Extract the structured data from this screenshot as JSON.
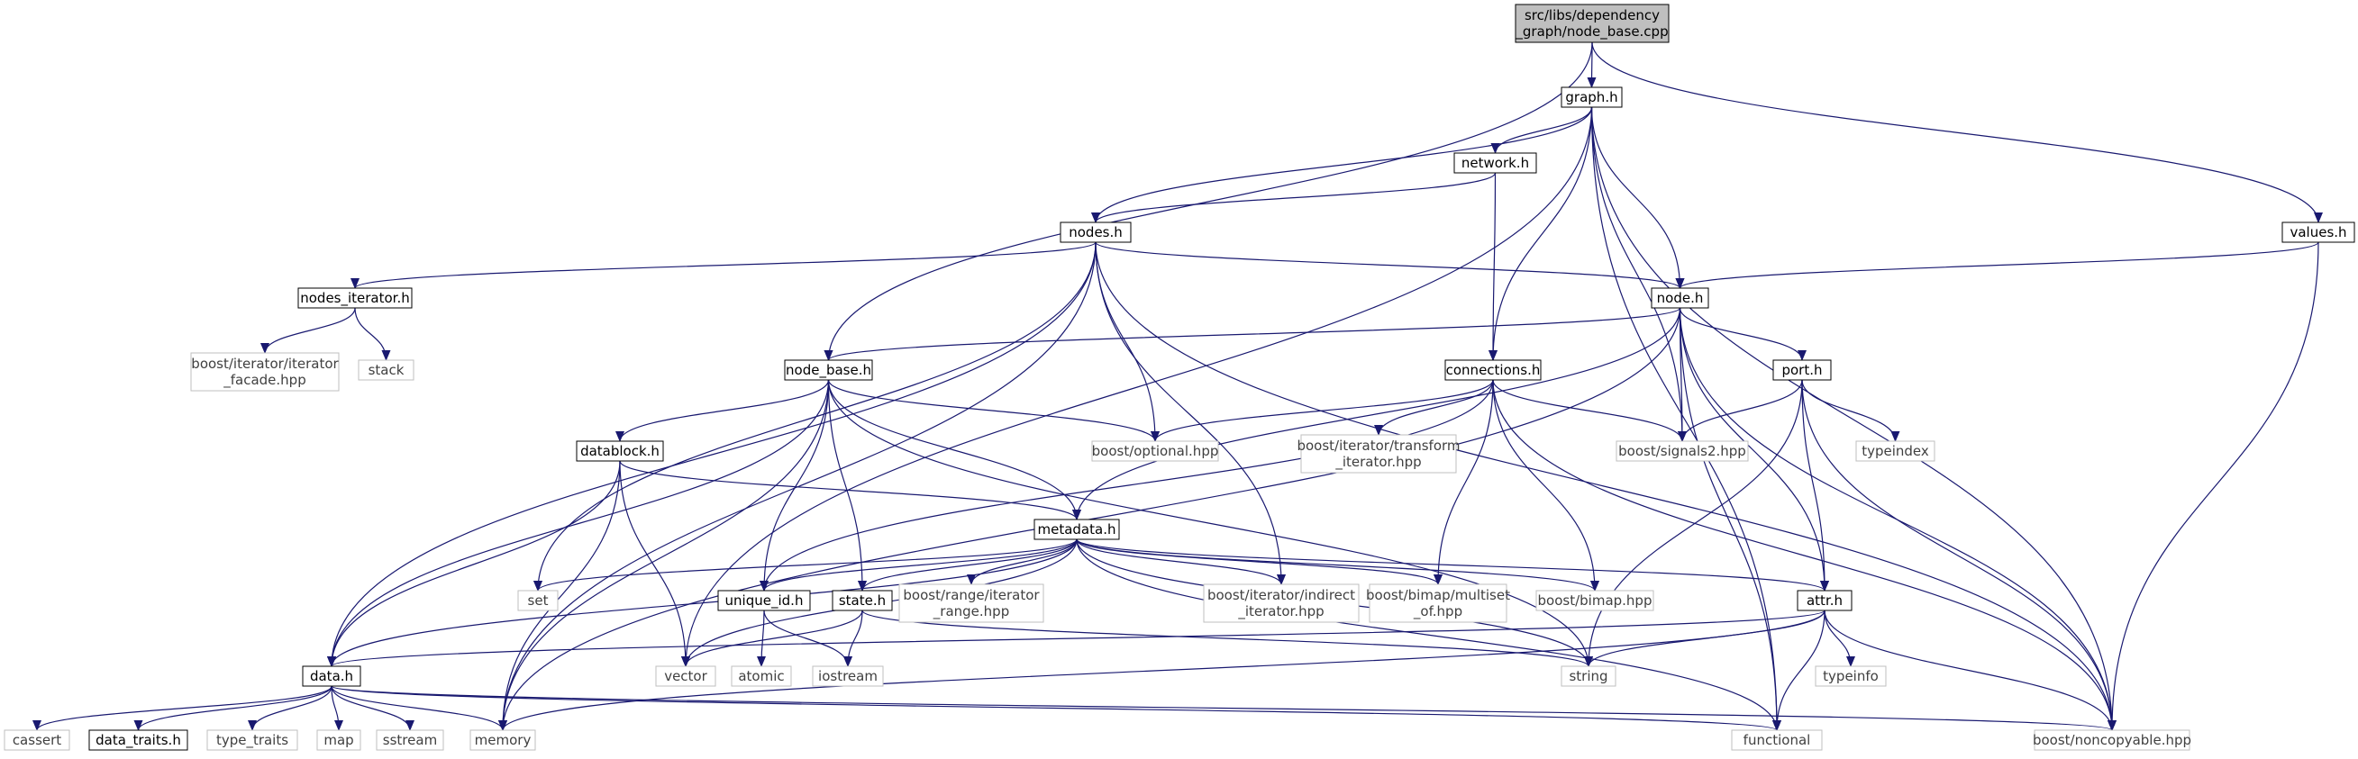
{
  "colors": {
    "edge": "#191970",
    "node_border_internal": "#000000",
    "node_border_external": "#bfbfbf",
    "root_fill": "#bfbfbf",
    "text": "#000000",
    "external_text": "#404040"
  },
  "nodes": {
    "root": [
      "src/libs/dependency",
      "_graph/node_base.cpp"
    ],
    "graph_h": [
      "graph.h"
    ],
    "values_h": [
      "values.h"
    ],
    "network_h": [
      "network.h"
    ],
    "nodes_h": [
      "nodes.h"
    ],
    "node_h": [
      "node.h"
    ],
    "nodes_iterator_h": [
      "nodes_iterator.h"
    ],
    "iterator_facade": [
      "boost/iterator/iterator",
      "_facade.hpp"
    ],
    "stack": [
      "stack"
    ],
    "node_base_h": [
      "node_base.h"
    ],
    "connections_h": [
      "connections.h"
    ],
    "port_h": [
      "port.h"
    ],
    "boost_optional": [
      "boost/optional.hpp"
    ],
    "transform_iterator": [
      "boost/iterator/transform",
      "_iterator.hpp"
    ],
    "signals2": [
      "boost/signals2.hpp"
    ],
    "typeindex": [
      "typeindex"
    ],
    "datablock_h": [
      "datablock.h"
    ],
    "metadata_h": [
      "metadata.h"
    ],
    "set": [
      "set"
    ],
    "unique_id_h": [
      "unique_id.h"
    ],
    "state_h": [
      "state.h"
    ],
    "range_iterator": [
      "boost/range/iterator",
      "_range.hpp"
    ],
    "indirect_iterator": [
      "boost/iterator/indirect",
      "_iterator.hpp"
    ],
    "multiset_of": [
      "boost/bimap/multiset",
      "_of.hpp"
    ],
    "bimap": [
      "boost/bimap.hpp"
    ],
    "attr_h": [
      "attr.h"
    ],
    "data_h": [
      "data.h"
    ],
    "vector": [
      "vector"
    ],
    "atomic": [
      "atomic"
    ],
    "iostream": [
      "iostream"
    ],
    "string": [
      "string"
    ],
    "typeinfo": [
      "typeinfo"
    ],
    "cassert": [
      "cassert"
    ],
    "data_traits_h": [
      "data_traits.h"
    ],
    "type_traits": [
      "type_traits"
    ],
    "map": [
      "map"
    ],
    "sstream": [
      "sstream"
    ],
    "memory": [
      "memory"
    ],
    "functional": [
      "functional"
    ],
    "noncopyable": [
      "boost/noncopyable.hpp"
    ]
  }
}
